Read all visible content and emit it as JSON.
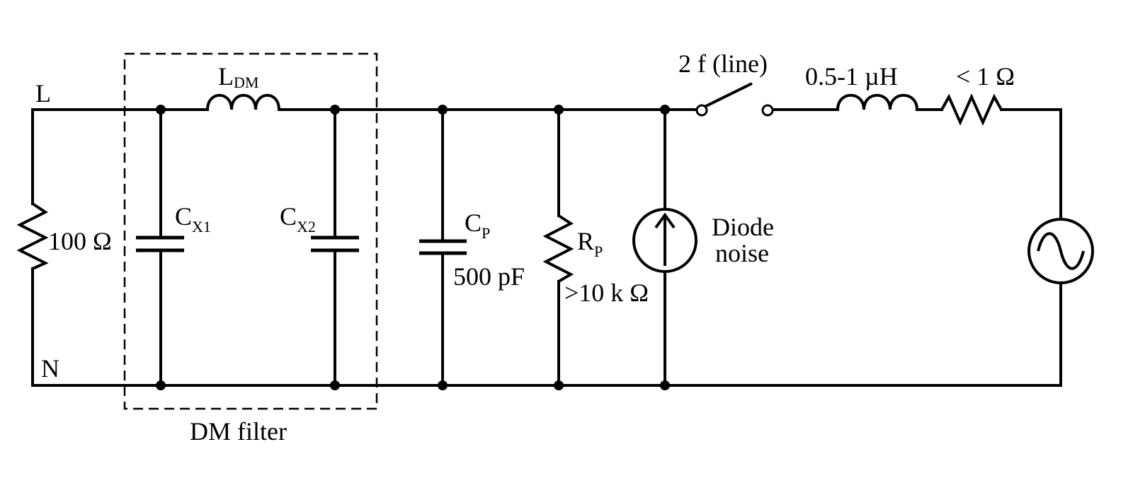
{
  "labels": {
    "line": "L",
    "neutral": "N",
    "r100": "100 Ω",
    "cx1_main": "C",
    "cx1_sub": "X1",
    "cx2_main": "C",
    "cx2_sub": "X2",
    "ldm_main": "L",
    "ldm_sub": "DM",
    "cp_main": "C",
    "cp_sub": "P",
    "cp_value": "500 pF",
    "rp_main": "R",
    "rp_sub": "P",
    "rp_value": ">10 k Ω",
    "diode_line1": "Diode",
    "diode_line2": "noise",
    "switch": "2 f (line)",
    "inductance": "0.5-1 µH",
    "resistance": "< 1 Ω",
    "dm_filter": "DM filter"
  },
  "icons": [
    "resistor-icon",
    "capacitor-icon",
    "inductor-icon",
    "current-source-icon",
    "switch-icon",
    "ac-source-icon"
  ]
}
